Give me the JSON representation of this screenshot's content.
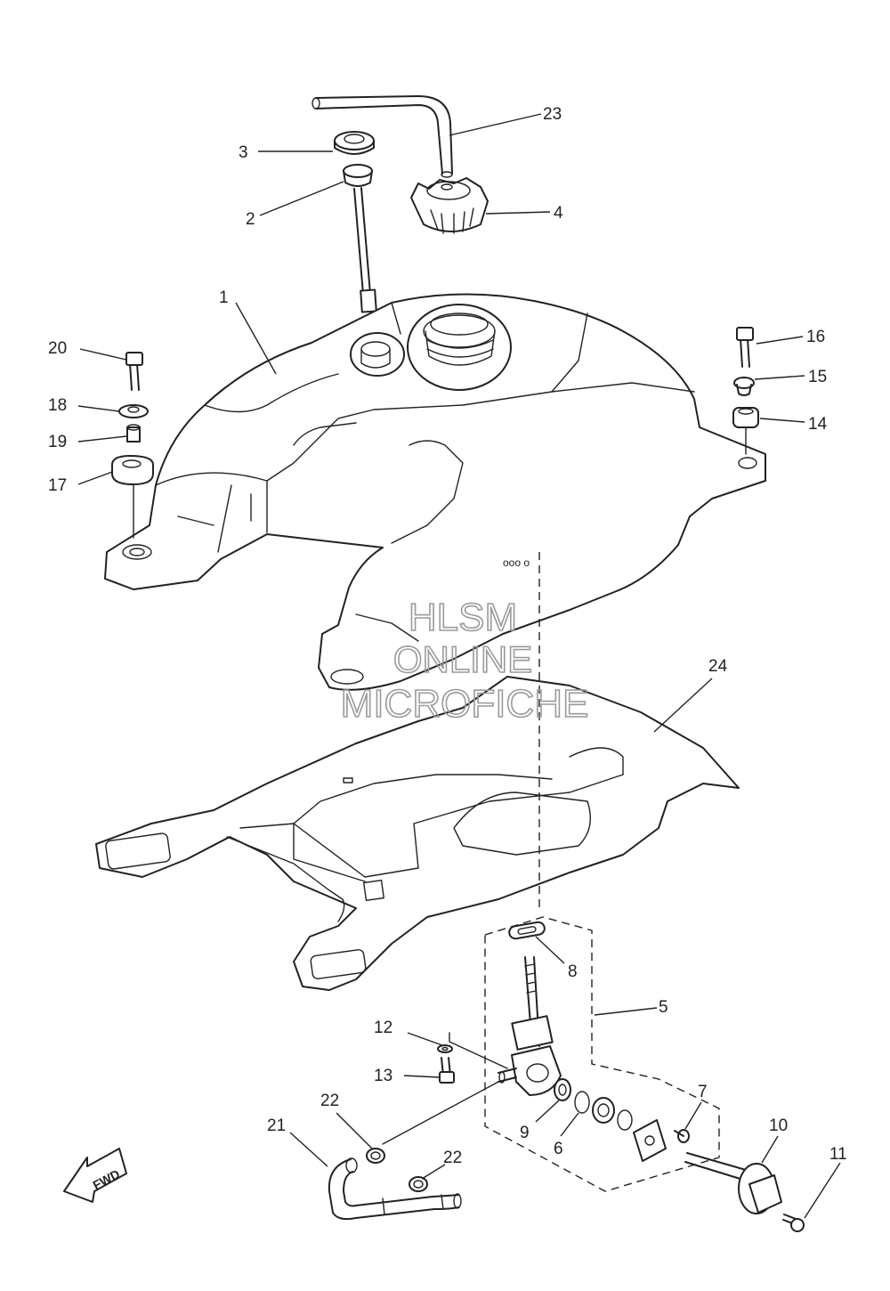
{
  "watermark": {
    "line1": "HLSM",
    "line2": "ONLINE",
    "line3": "MICROFICHE"
  },
  "direction_label": "FWD",
  "callouts": {
    "p1": "1",
    "p2": "2",
    "p3": "3",
    "p4": "4",
    "p5": "5",
    "p6": "6",
    "p7": "7",
    "p8": "8",
    "p9": "9",
    "p10": "10",
    "p11": "11",
    "p12": "12",
    "p13": "13",
    "p14": "14",
    "p15": "15",
    "p16": "16",
    "p17": "17",
    "p18": "18",
    "p19": "19",
    "p20": "20",
    "p21": "21",
    "p22a": "22",
    "p22b": "22",
    "p23": "23",
    "p24": "24"
  }
}
